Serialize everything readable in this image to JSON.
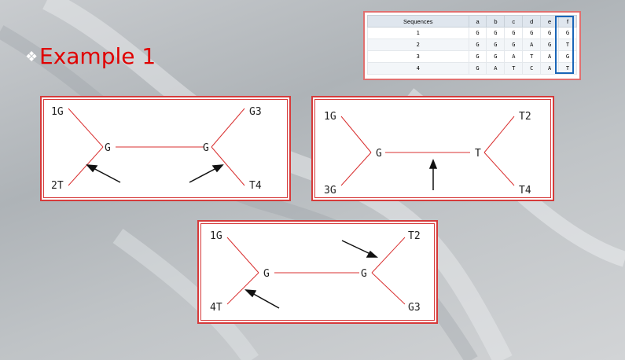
{
  "slide": {
    "heading": "Example 1",
    "bullet": "❖"
  },
  "sequence_table": {
    "headers": [
      "Sequences",
      "a",
      "b",
      "c",
      "d",
      "e",
      "f"
    ],
    "rows": [
      [
        "1",
        "G",
        "G",
        "G",
        "G",
        "G",
        "G"
      ],
      [
        "2",
        "G",
        "G",
        "G",
        "A",
        "G",
        "T"
      ],
      [
        "3",
        "G",
        "G",
        "A",
        "T",
        "A",
        "G"
      ],
      [
        "4",
        "G",
        "A",
        "T",
        "C",
        "A",
        "T"
      ]
    ],
    "highlight_column": "f",
    "highlight_color": "#1a66b8"
  },
  "trees": [
    {
      "leaf_tl": "1G",
      "leaf_bl": "2T",
      "leaf_tr": "G3",
      "leaf_br": "T4",
      "node_left": "G",
      "node_right": "G"
    },
    {
      "leaf_tl": "1G",
      "leaf_bl": "3G",
      "leaf_tr": "T2",
      "leaf_br": "T4",
      "node_left": "G",
      "node_right": "T"
    },
    {
      "leaf_tl": "1G",
      "leaf_bl": "4T",
      "leaf_tr": "T2",
      "leaf_br": "G3",
      "node_left": "G",
      "node_right": "G"
    }
  ],
  "colors": {
    "edge": "#d93030",
    "panel_border": "#d63a3a",
    "heading": "#e00000"
  }
}
